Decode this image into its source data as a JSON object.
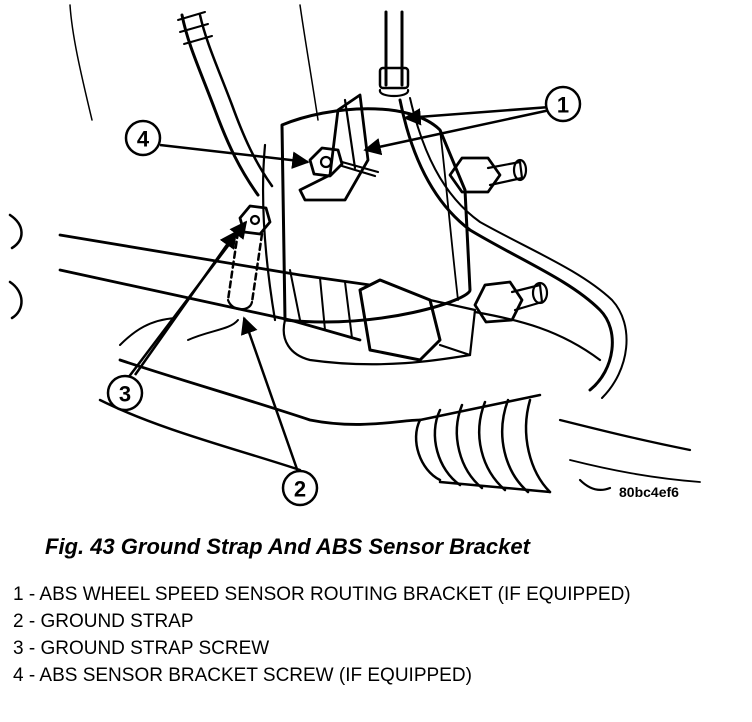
{
  "figure": {
    "code": "80bc4ef6",
    "callouts": [
      "1",
      "2",
      "3",
      "4"
    ]
  },
  "caption": "Fig. 43 Ground Strap And ABS Sensor Bracket",
  "legend": [
    "1 - ABS WHEEL SPEED SENSOR ROUTING BRACKET (IF EQUIPPED)",
    "2 - GROUND STRAP",
    "3 - GROUND STRAP SCREW",
    "4 - ABS SENSOR BRACKET SCREW (IF EQUIPPED)"
  ],
  "colors": {
    "ink": "#000000",
    "paper": "#ffffff"
  }
}
